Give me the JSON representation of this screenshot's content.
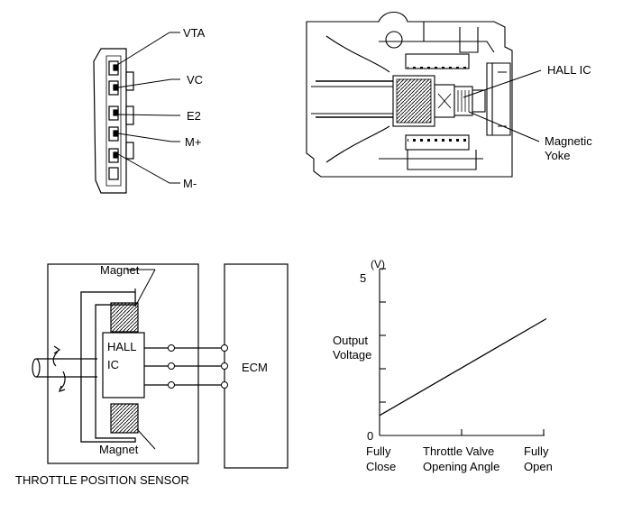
{
  "connector": {
    "pins": [
      "VTA",
      "VC",
      "E2",
      "M+",
      "M-"
    ]
  },
  "cutaway": {
    "labels": {
      "hall_ic": "HALL IC",
      "yoke_line1": "Magnetic",
      "yoke_line2": "Yoke"
    }
  },
  "circuit": {
    "magnet_top": "Magnet",
    "magnet_bottom": "Magnet",
    "hall_line1": "HALL",
    "hall_line2": "IC",
    "ecm": "ECM",
    "caption": "THROTTLE POSITION SENSOR"
  },
  "chart_data": {
    "type": "line",
    "y_unit": "(V)",
    "ylabel_line1": "Output",
    "ylabel_line2": "Voltage",
    "y_tick_labels": {
      "max": "5",
      "min": "0"
    },
    "ylim": [
      0,
      5
    ],
    "x_labels": {
      "left_line1": "Fully",
      "left_line2": "Close",
      "mid_line1": "Throttle Valve",
      "mid_line2": "Opening Angle",
      "right_line1": "Fully",
      "right_line2": "Open"
    },
    "series": [
      {
        "x": [
          0,
          1
        ],
        "values": [
          0.6,
          3.5
        ]
      }
    ]
  }
}
